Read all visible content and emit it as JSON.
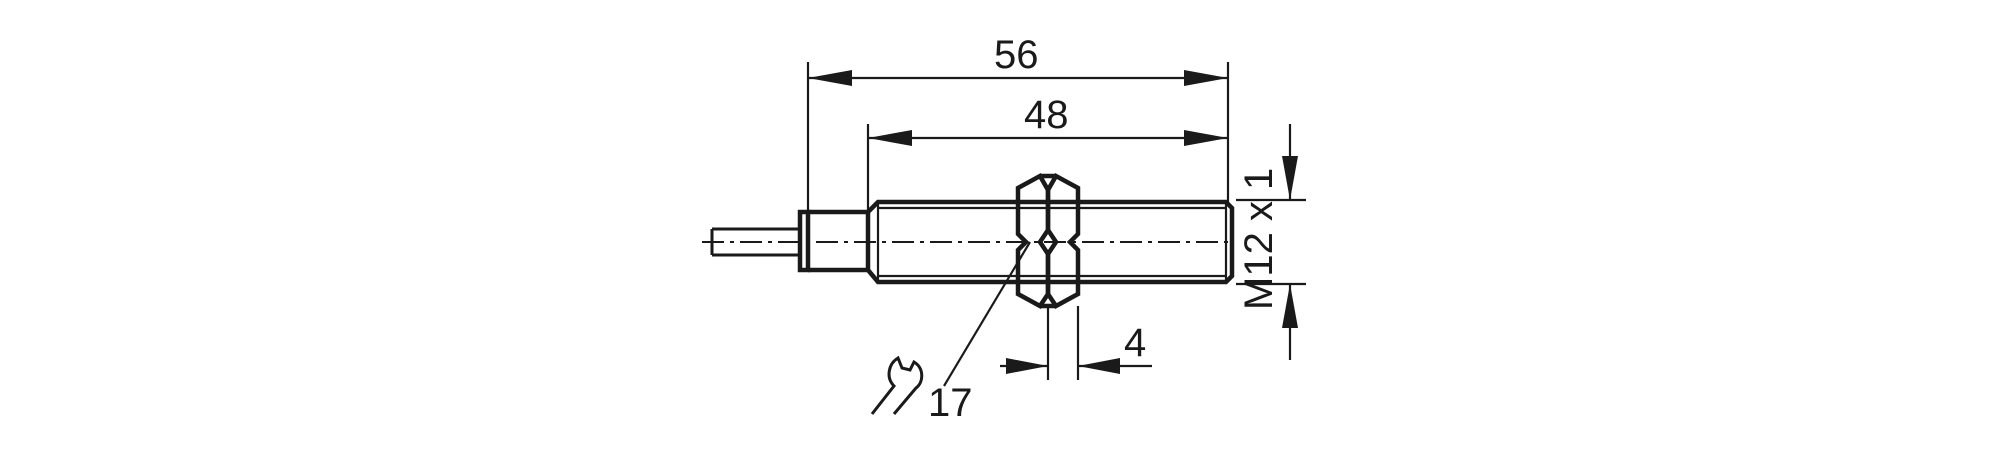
{
  "dimensions": {
    "overall_length": "56",
    "thread_length": "48",
    "thread_spec": "M12 x 1",
    "nut_thickness": "4",
    "wrench_size": "17"
  },
  "icons": {
    "wrench": "wrench-icon"
  },
  "colors": {
    "ink": "#1a1a1a",
    "background": "#ffffff"
  }
}
